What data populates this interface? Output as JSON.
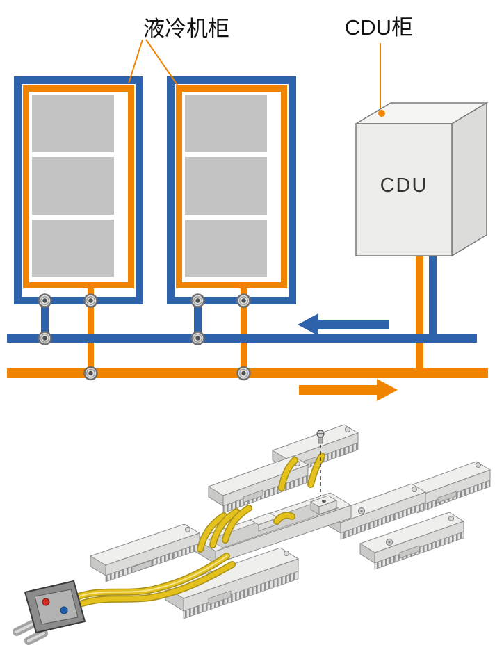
{
  "labels": {
    "liquid_cooling_cabinet": "液冷机柜",
    "cdu_cabinet": "CDU柜",
    "cdu_unit": "CDU"
  },
  "flow_arrows": {
    "blue_direction": "left",
    "orange_direction": "right"
  },
  "colors": {
    "pipe_blue": "#2e62ab",
    "pipe_orange": "#f08300",
    "cabinet_gray": "#c3c3c3",
    "tube_yellow": "#e4c11c",
    "module_top": "#efefed",
    "module_front": "#dbdbd9",
    "module_side": "#c9c9c7",
    "line_dark": "#8a8a8a"
  }
}
